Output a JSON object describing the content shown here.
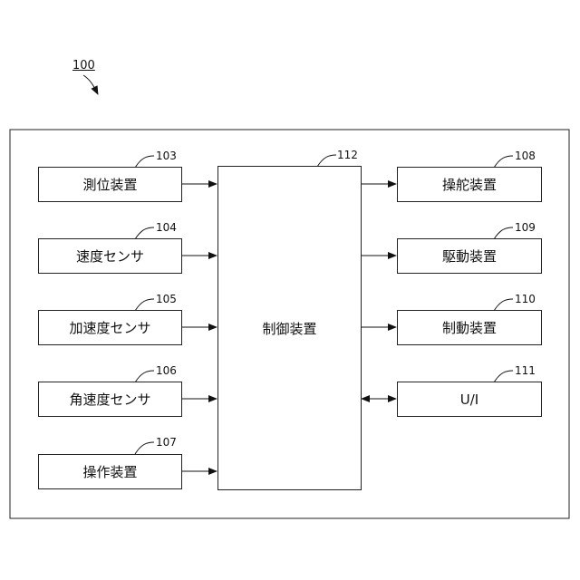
{
  "figure_ref": "100",
  "controller": {
    "label": "制御装置",
    "ref": "112"
  },
  "inputs": [
    {
      "label": "測位装置",
      "ref": "103"
    },
    {
      "label": "速度センサ",
      "ref": "104"
    },
    {
      "label": "加速度センサ",
      "ref": "105"
    },
    {
      "label": "角速度センサ",
      "ref": "106"
    },
    {
      "label": "操作装置",
      "ref": "107"
    }
  ],
  "outputs": [
    {
      "label": "操舵装置",
      "ref": "108"
    },
    {
      "label": "駆動装置",
      "ref": "109"
    },
    {
      "label": "制動装置",
      "ref": "110"
    },
    {
      "label": "U/I",
      "ref": "111"
    }
  ]
}
